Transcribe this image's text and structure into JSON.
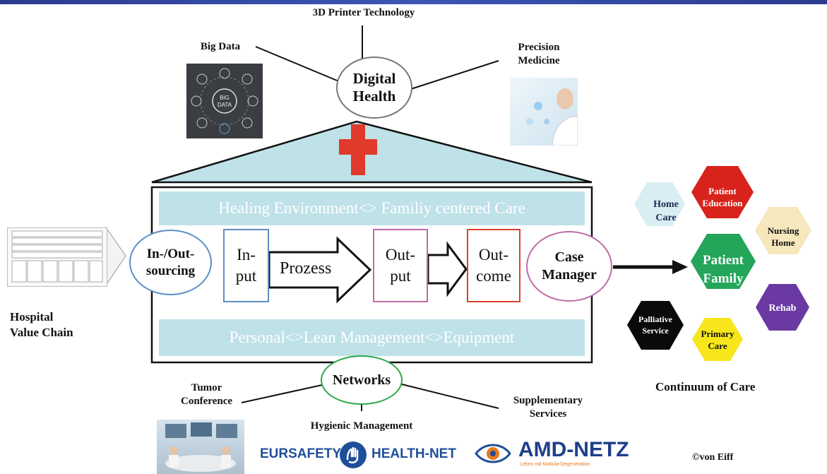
{
  "top": {
    "printer": "3D Printer Technology",
    "big_data": "Big Data",
    "precision": [
      "Precision",
      "Medicine"
    ],
    "digital_health": [
      "Digital",
      "Health"
    ],
    "big_data_center": [
      "BIG",
      "DATA"
    ]
  },
  "house": {
    "healing_band": "Healing Environment<> Familiy centered Care",
    "personal_band": "Personal<>Lean Management<>Equipment",
    "in_out": [
      "In-/Out-",
      "sourcing"
    ],
    "input": [
      "In-",
      "put"
    ],
    "prozess": "Prozess",
    "output": [
      "Out-",
      "put"
    ],
    "outcome": [
      "Out-",
      "come"
    ],
    "case_manager": [
      "Case",
      "Manager"
    ],
    "networks": "Networks"
  },
  "left": {
    "value_chain": [
      "Hospital",
      "Value Chain"
    ]
  },
  "bottom": {
    "tumor": [
      "Tumor",
      "Conference"
    ],
    "hygienic": "Hygienic Management",
    "supplementary": [
      "Supplementary",
      "Services"
    ],
    "eursafety": "EURSAFETY",
    "healthnet": "HEALTH-NET",
    "amd": "AMD-NETZ",
    "amd_sub": "Leben mit Makula-Degeneration",
    "copyright": "©von Eiff"
  },
  "continuum": {
    "title": "Continuum of Care",
    "hexes": {
      "home_care": [
        "Home",
        "Care"
      ],
      "patient_education": [
        "Patient",
        "Education"
      ],
      "nursing_home": [
        "Nursing",
        "Home"
      ],
      "patient_family": [
        "Patient",
        "Family"
      ],
      "rehab": "Rehab",
      "palliative": [
        "Palliative",
        "Service"
      ],
      "primary": [
        "Primary",
        "Care"
      ]
    }
  },
  "colors": {
    "band": "#bfe1e8",
    "cross": "#e03a2a",
    "input_border": "#5b8fc7",
    "output_border": "#c06aa6",
    "outcome_border": "#d9422c",
    "networks_border": "#2aa84a",
    "hex_home": "#d8eef2",
    "hex_education": "#d8231c",
    "hex_nursing": "#f7e7bd",
    "hex_family": "#23a55a",
    "hex_rehab": "#6a3aa2",
    "hex_palliative": "#0a0a0a",
    "hex_primary": "#f6e61b"
  }
}
